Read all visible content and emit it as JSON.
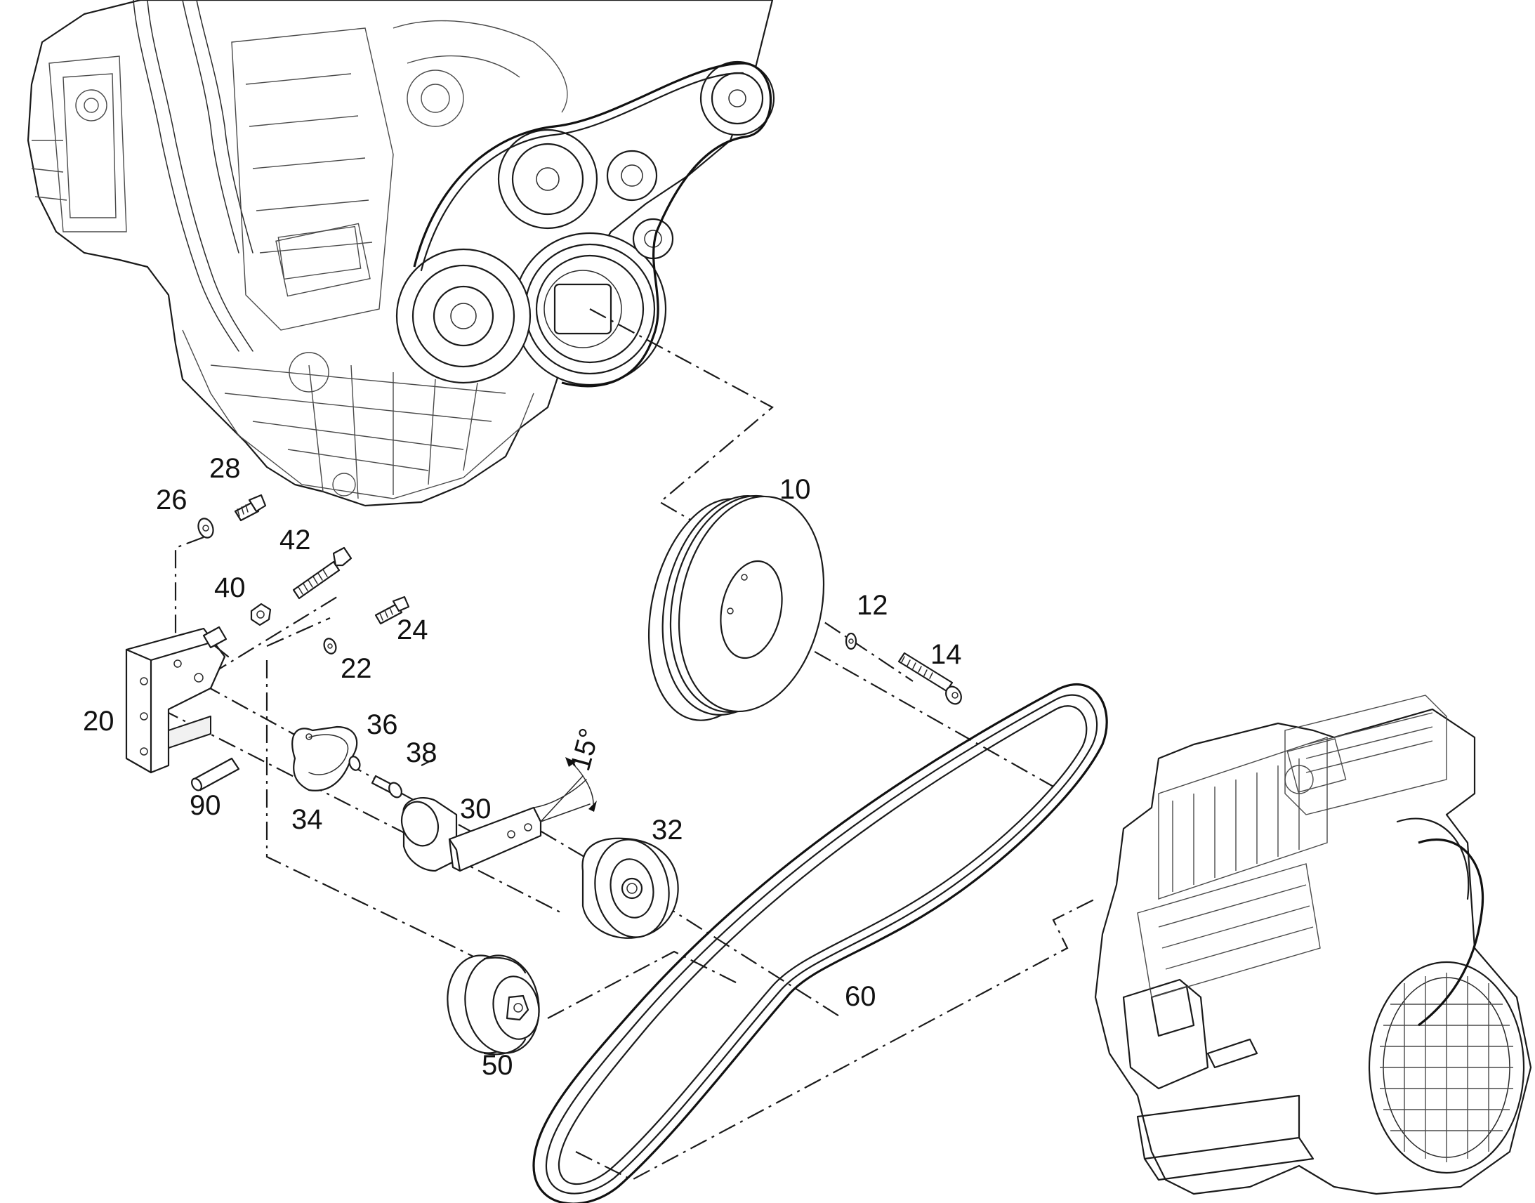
{
  "part_labels": {
    "p10": "10",
    "p12": "12",
    "p14": "14",
    "p20": "20",
    "p22": "22",
    "p24": "24",
    "p26": "26",
    "p28": "28",
    "p30": "30",
    "p32": "32",
    "p34": "34",
    "p36": "36",
    "p38": "38",
    "p40": "40",
    "p42": "42",
    "p50": "50",
    "p60": "60",
    "p90": "90"
  },
  "angle_label": "15°"
}
